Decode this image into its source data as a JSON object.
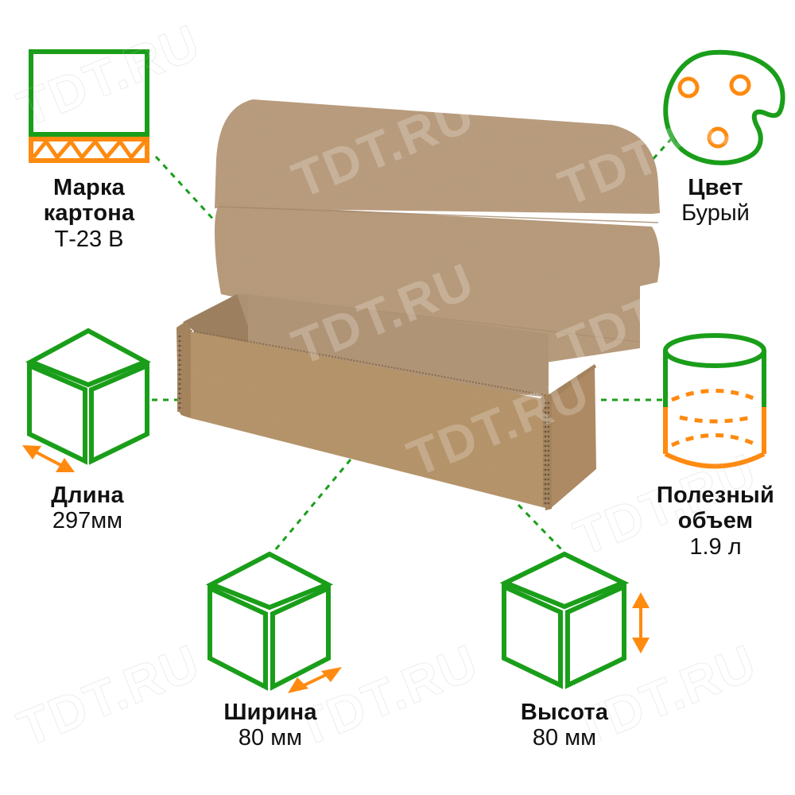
{
  "watermark": "TDT.RU",
  "colors": {
    "green": "#1a9e1a",
    "orange": "#ff8a10",
    "cardboard": "#b99f81",
    "cardboard_inner": "#b59a7c",
    "cardboard_front": "#b8966d",
    "text": "#111111"
  },
  "features": [
    {
      "id": "cardboard_grade",
      "icon": "corrugated-cardboard-icon",
      "title": "Марка картона",
      "title_lines": [
        "Марка",
        "картона"
      ],
      "value": "Т-23 В"
    },
    {
      "id": "color",
      "icon": "palette-icon",
      "title": "Цвет",
      "value": "Бурый"
    },
    {
      "id": "length",
      "icon": "cube-length-icon",
      "title": "Длина",
      "value": "297мм"
    },
    {
      "id": "volume",
      "icon": "cylinder-volume-icon",
      "title": "Полезный объем",
      "title_lines": [
        "Полезный",
        "объем"
      ],
      "value": "1.9 л"
    },
    {
      "id": "width",
      "icon": "cube-width-icon",
      "title": "Ширина",
      "value": "80 мм"
    },
    {
      "id": "height",
      "icon": "cube-height-icon",
      "title": "Высота",
      "value": "80 мм"
    }
  ],
  "product": {
    "image": "open-cardboard-mailer-box"
  }
}
